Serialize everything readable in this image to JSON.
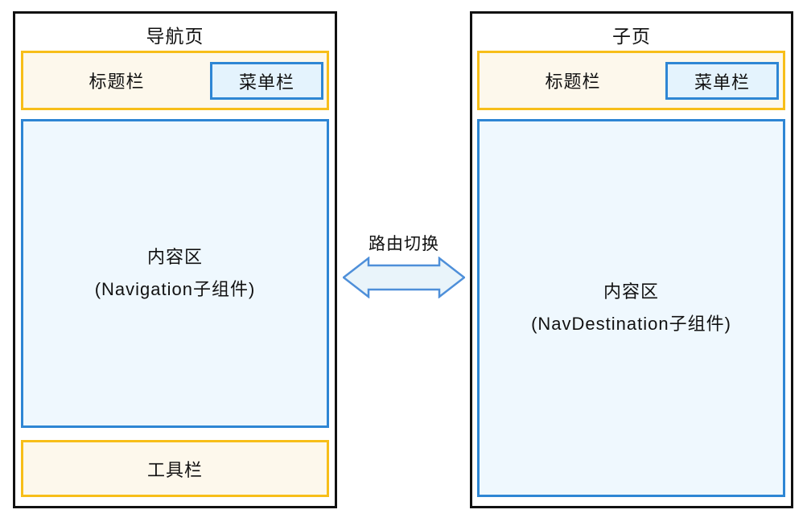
{
  "left_panel": {
    "title": "导航页",
    "title_bar": {
      "label": "标题栏",
      "menu_label": "菜单栏"
    },
    "content": {
      "line1": "内容区",
      "line2": "(Navigation子组件)"
    },
    "toolbar": {
      "label": "工具栏"
    }
  },
  "right_panel": {
    "title": "子页",
    "title_bar": {
      "label": "标题栏",
      "menu_label": "菜单栏"
    },
    "content": {
      "line1": "内容区",
      "line2": "(NavDestination子组件)"
    }
  },
  "connector": {
    "label": "路由切换",
    "icon": "double-headed-arrow"
  },
  "colors": {
    "panel_border": "#111111",
    "bar_border": "#F7BE19",
    "bar_fill": "#FDF8EC",
    "blue_border": "#2E86D4",
    "menu_fill": "#E4F3FD",
    "content_fill": "#EFF8FE",
    "arrow_stroke": "#4E8FD9",
    "arrow_fill": "#E9F4FA"
  }
}
